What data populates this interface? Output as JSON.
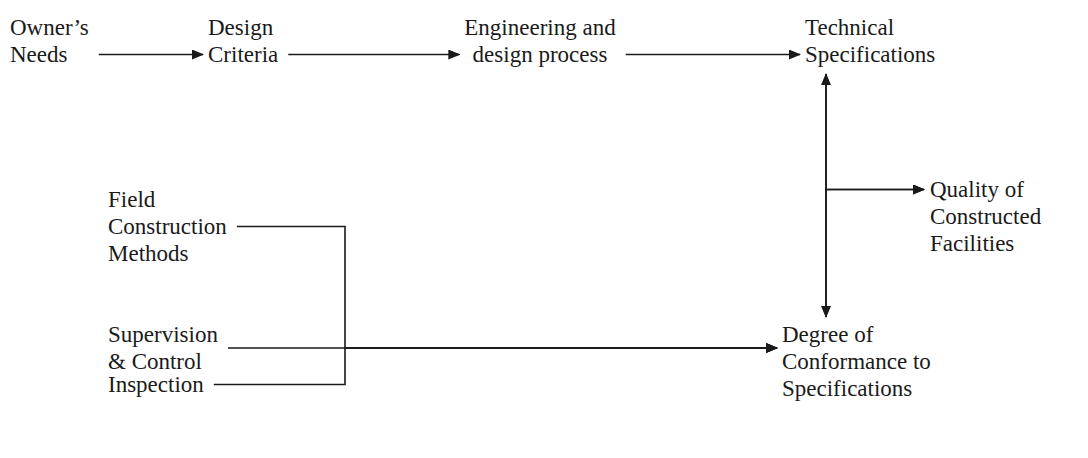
{
  "diagram": {
    "nodes": [
      {
        "text": [
          "Owner’s Needs"
        ]
      },
      {
        "text": [
          "Design Criteria"
        ]
      },
      {
        "text": [
          "Engineering and design process"
        ]
      },
      {
        "text": [
          "Technical Specifications"
        ]
      },
      {
        "text": [
          "Quality of Constructed Facilities"
        ]
      },
      {
        "text": [
          "Field Construction Methods"
        ]
      },
      {
        "text": [
          "Supervision & Control"
        ]
      },
      {
        "text": [
          "Inspection"
        ]
      },
      {
        "text": [
          "Degree of Conformance to Specifications"
        ]
      }
    ],
    "edges": [
      {
        "from": 0,
        "to": 1,
        "arrow": "to"
      },
      {
        "from": 1,
        "to": 2,
        "arrow": "to"
      },
      {
        "from": 2,
        "to": 3,
        "arrow": "to"
      },
      {
        "from": 3,
        "to": 8,
        "arrow": "both"
      },
      {
        "from": 3,
        "to": 4,
        "arrow": "to"
      },
      {
        "from": 8,
        "to": 4,
        "arrow": "to"
      },
      {
        "from": 5,
        "to": 8,
        "arrow": "to"
      },
      {
        "from": 6,
        "to": 8,
        "arrow": "to"
      },
      {
        "from": 7,
        "to": 8,
        "arrow": "to"
      }
    ]
  }
}
